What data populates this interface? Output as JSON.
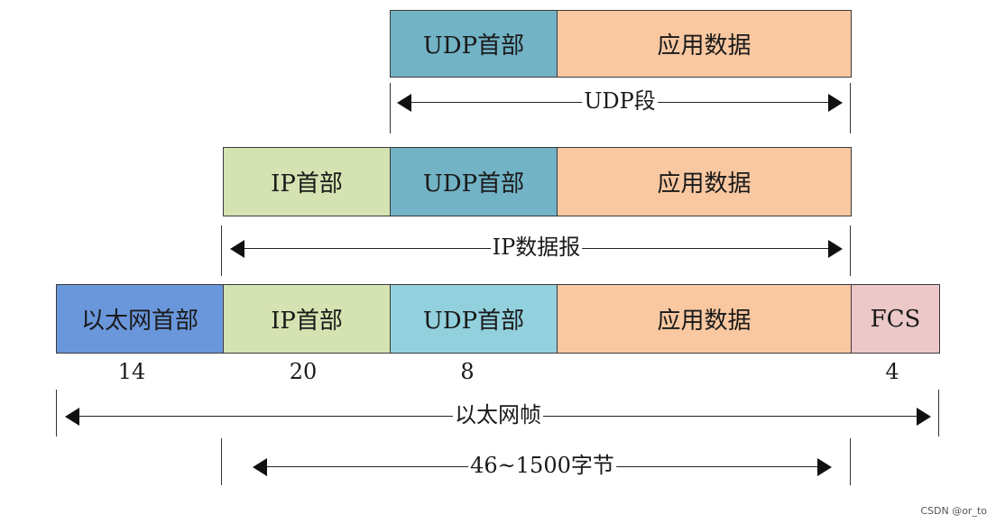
{
  "colors": {
    "udp_header": "#72b3c6",
    "udp_header_light": "#93d0de",
    "app_data": "#f9c8a1",
    "ip_header": "#d5e3b2",
    "eth_header": "#6a97dc",
    "fcs": "#ecc8c8"
  },
  "row1": {
    "udp_header": "UDP首部",
    "app_data": "应用数据",
    "arrow_label": "UDP段"
  },
  "row2": {
    "ip_header": "IP首部",
    "udp_header": "UDP首部",
    "app_data": "应用数据",
    "arrow_label": "IP数据报"
  },
  "row3": {
    "eth_header": "以太网首部",
    "ip_header": "IP首部",
    "udp_header": "UDP首部",
    "app_data": "应用数据",
    "fcs": "FCS"
  },
  "sizes": {
    "eth": "14",
    "ip": "20",
    "udp": "8",
    "fcs": "4"
  },
  "frame_arrow": {
    "label": "以太网帧"
  },
  "payload_arrow": {
    "label": "46~1500字节"
  },
  "watermark": "CSDN @or_to"
}
